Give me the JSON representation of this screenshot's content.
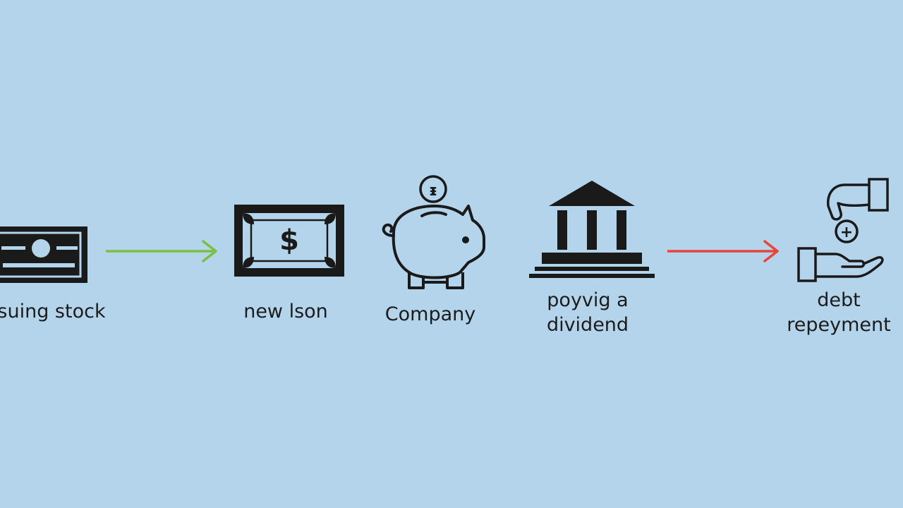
{
  "colors": {
    "background": "#b3d4eb",
    "ink": "#1a1a1a",
    "arrow_green": "#7ac143",
    "arrow_red": "#e8453c"
  },
  "nodes": [
    {
      "id": "stock",
      "icon": "stock-certificate-icon",
      "label_lines": [
        "suing stock"
      ]
    },
    {
      "id": "loan",
      "icon": "banknote-icon",
      "glyph": "$",
      "label_lines": [
        "new lson"
      ]
    },
    {
      "id": "company",
      "icon": "piggy-bank-icon",
      "glyph": "ᵻ",
      "label_lines": [
        "Company"
      ]
    },
    {
      "id": "dividend",
      "icon": "bank-building-icon",
      "label_lines": [
        "poyvig a",
        "dividend"
      ]
    },
    {
      "id": "debt",
      "icon": "hand-coin-icon",
      "glyph": "+",
      "label_lines": [
        "debt",
        "repeyment"
      ]
    }
  ],
  "arrows": [
    {
      "id": "green-arrow",
      "color": "arrow_green"
    },
    {
      "id": "red-arrow",
      "color": "arrow_red"
    }
  ]
}
